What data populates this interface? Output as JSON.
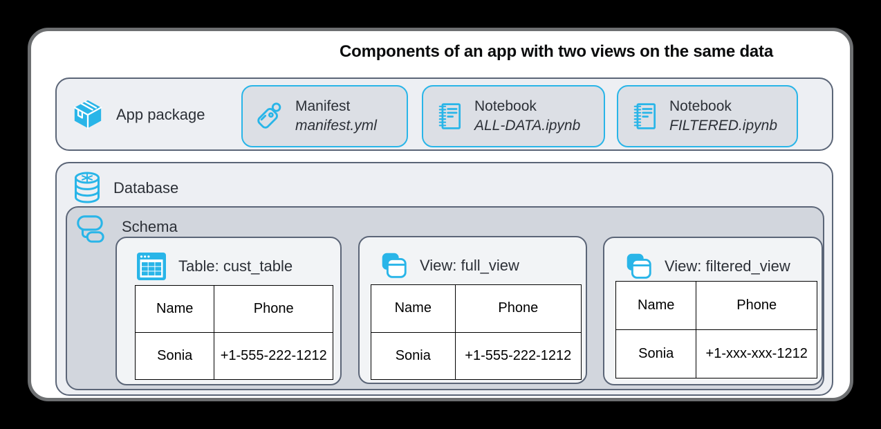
{
  "title": "Components of an app with two views on the same data",
  "app_package": {
    "label": "App package",
    "icon": "package-icon",
    "items": [
      {
        "name": "Manifest",
        "file": "manifest.yml",
        "icon": "tag-icon"
      },
      {
        "name": "Notebook",
        "file": "ALL-DATA.ipynb",
        "icon": "notebook-icon"
      },
      {
        "name": "Notebook",
        "file": "FILTERED.ipynb",
        "icon": "notebook-icon"
      }
    ]
  },
  "database": {
    "label": "Database",
    "icon": "database-icon",
    "schema": {
      "label": "Schema",
      "icon": "schema-icon",
      "objects": [
        {
          "title": "Table: cust_table",
          "icon": "table-icon",
          "columns": [
            "Name",
            "Phone"
          ],
          "rows": [
            [
              "Sonia",
              "+1-555-222-1212"
            ]
          ]
        },
        {
          "title": "View: full_view",
          "icon": "view-icon",
          "columns": [
            "Name",
            "Phone"
          ],
          "rows": [
            [
              "Sonia",
              "+1-555-222-1212"
            ]
          ]
        },
        {
          "title": "View: filtered_view",
          "icon": "view-icon",
          "columns": [
            "Name",
            "Phone"
          ],
          "rows": [
            [
              "Sonia",
              "+1-xxx-xxx-1212"
            ]
          ]
        }
      ]
    }
  },
  "colors": {
    "accent_blue": "#29B5E8",
    "outline_slate": "#5B6577",
    "panel_light": "#EDEFF3",
    "chip_gray": "#DCDFE5",
    "schema_gray": "#D2D6DD",
    "object_box_bg": "#F2F4F6",
    "card_border": "#6D6F71",
    "page_bg": "#000000"
  }
}
